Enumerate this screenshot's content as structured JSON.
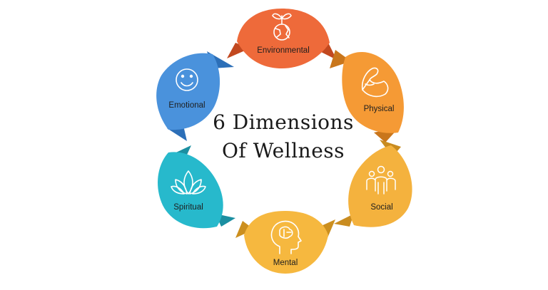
{
  "title": {
    "line1": "6 Dimensions",
    "line2": "Of Wellness"
  },
  "dimensions": [
    {
      "label": "Environmental",
      "icon": "globe-sprout-icon",
      "color": "#ee6a3a",
      "fold": "#c2481f"
    },
    {
      "label": "Physical",
      "icon": "flexed-arm-icon",
      "color": "#f59a35",
      "fold": "#c9761c"
    },
    {
      "label": "Social",
      "icon": "people-group-icon",
      "color": "#f4b23e",
      "fold": "#c98c20"
    },
    {
      "label": "Mental",
      "icon": "head-brain-icon",
      "color": "#f6b83f",
      "fold": "#cc8f1e"
    },
    {
      "label": "Spiritual",
      "icon": "lotus-icon",
      "color": "#27b9cc",
      "fold": "#1b8fa1"
    },
    {
      "label": "Emotional",
      "icon": "smiley-face-icon",
      "color": "#4a92dc",
      "fold": "#2c6fb8"
    }
  ]
}
